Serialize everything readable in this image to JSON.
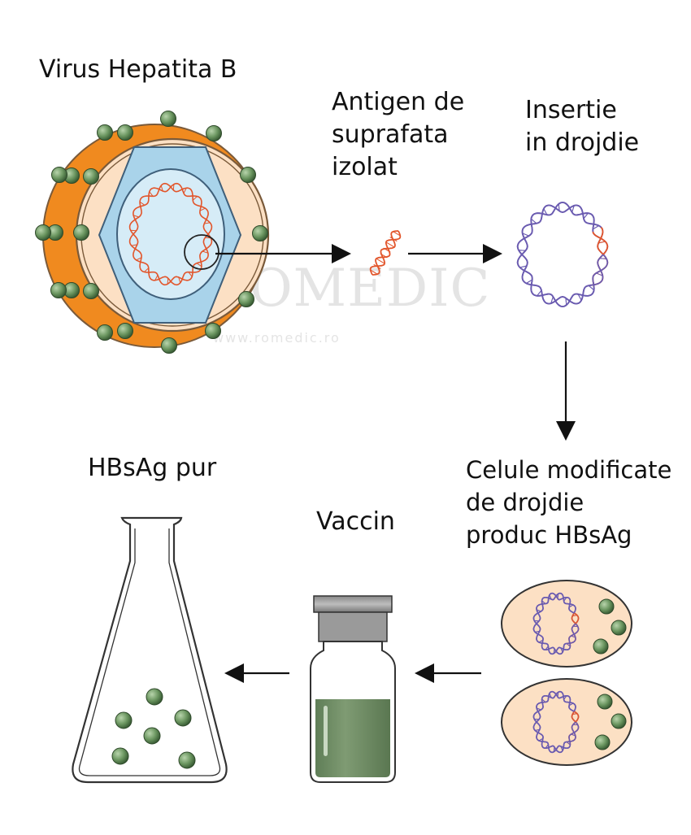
{
  "labels": {
    "virus": "Virus Hepatita B",
    "antigen": [
      "Antigen de",
      "suprafata",
      "izolat"
    ],
    "insertion": [
      "Insertie",
      "in drojdie"
    ],
    "modified_cells": [
      "Celule modificate",
      "de drojdie",
      "produc HBsAg"
    ],
    "vaccine": "Vaccin",
    "pure": "HBsAg pur"
  },
  "watermark": {
    "brand": "ROMEDIC",
    "url": "www.romedic.ro"
  },
  "colors": {
    "capsid_orange": "#f08a1f",
    "envelope_peach": "#fce0c4",
    "core_blue": "#b8dcef",
    "antigen_green": "#5e8a56",
    "dna_red": "#e2552b",
    "plasmid_purple": "#6a5bb0",
    "vial_liquid": "#6e8a63"
  }
}
